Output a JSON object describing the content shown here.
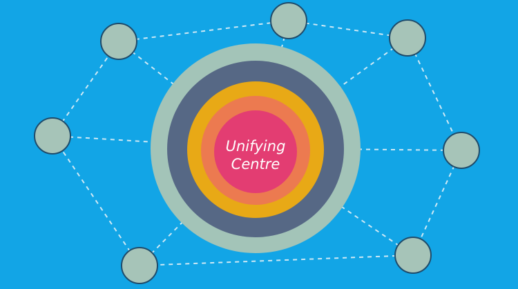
{
  "diagram": {
    "center_label_line1": "Unifying",
    "center_label_line2": "Centre",
    "colors": {
      "background": "#12a5e6",
      "outer_ring": "#a3c4b8",
      "slate_ring": "#566885",
      "orange_ring": "#e8a916",
      "coral_ring": "#ec7a50",
      "core": "#e33d72",
      "node": "#a6c4b8"
    },
    "node_count": 7
  }
}
